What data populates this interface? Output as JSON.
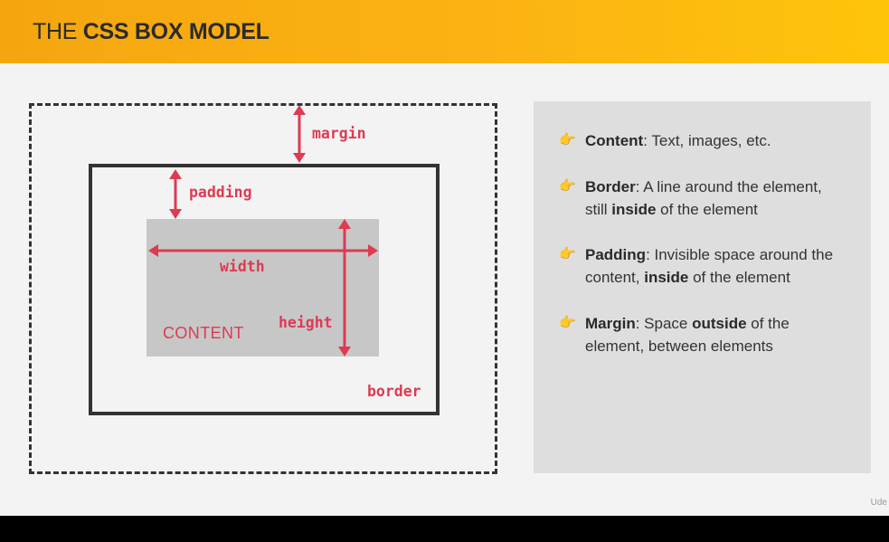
{
  "header": {
    "title_light": "THE",
    "title_bold": "CSS BOX MODEL"
  },
  "diagram": {
    "labels": {
      "margin": "margin",
      "padding": "padding",
      "width": "width",
      "height": "height",
      "content": "CONTENT",
      "border": "border"
    },
    "colors": {
      "accent": "#de3a52",
      "content_fill": "#c7c7c7",
      "border": "#333333",
      "header_orange": "#f5a60f",
      "header_yellow": "#fec40a"
    }
  },
  "panel": {
    "bullet_icon": "pointing-hand-icon",
    "items": [
      {
        "term": "Content",
        "lines": [
          [
            {
              "t": ": Text, images, etc."
            }
          ]
        ]
      },
      {
        "term": "Border",
        "lines": [
          [
            {
              "t": ": A line around the element,"
            }
          ],
          [
            {
              "t": "still "
            },
            {
              "t": "inside",
              "b": true
            },
            {
              "t": " of the element"
            }
          ]
        ]
      },
      {
        "term": "Padding",
        "lines": [
          [
            {
              "t": ": Invisible space around the"
            }
          ],
          [
            {
              "t": "content, "
            },
            {
              "t": "inside",
              "b": true
            },
            {
              "t": " of the element"
            }
          ]
        ]
      },
      {
        "term": "Margin",
        "lines": [
          [
            {
              "t": ": Space "
            },
            {
              "t": "outside",
              "b": true
            },
            {
              "t": " of the"
            }
          ],
          [
            {
              "t": "element, between elements"
            }
          ]
        ]
      }
    ]
  },
  "watermark": "Ude"
}
